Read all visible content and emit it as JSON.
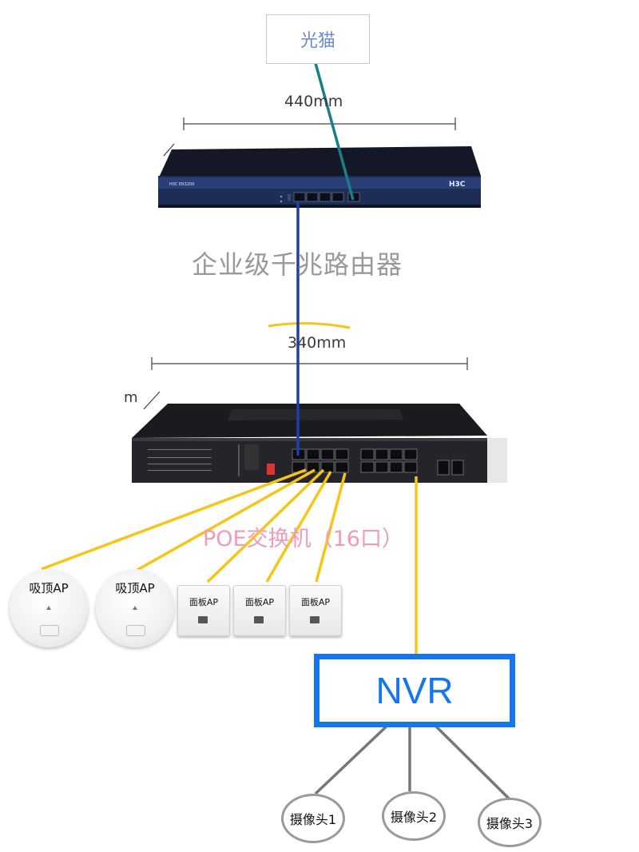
{
  "modem": {
    "label": "光猫"
  },
  "router": {
    "dim_label": "440mm",
    "title": "企业级千兆路由器",
    "brand": "H3C",
    "model": "H3C ER3200"
  },
  "switch": {
    "dim_label": "340mm",
    "side_dim_fragment": "m",
    "title": "POE交换机（16口）"
  },
  "access_points": {
    "ceiling": [
      {
        "label": "吸顶AP"
      },
      {
        "label": "吸顶AP"
      }
    ],
    "panel": [
      {
        "label": "面板AP"
      },
      {
        "label": "面板AP"
      },
      {
        "label": "面板AP"
      }
    ]
  },
  "nvr": {
    "label": "NVR"
  },
  "cameras": [
    {
      "label": "摄像头1"
    },
    {
      "label": "摄像头2"
    },
    {
      "label": "摄像头3"
    }
  ],
  "colors": {
    "modem_line": "#1c7d8a",
    "router_switch_line": "#1b3fae",
    "ap_lines": "#f5c518",
    "nvr_border": "#1677e8",
    "camera_lines": "#777777",
    "poe_title": "#f09bb8"
  }
}
